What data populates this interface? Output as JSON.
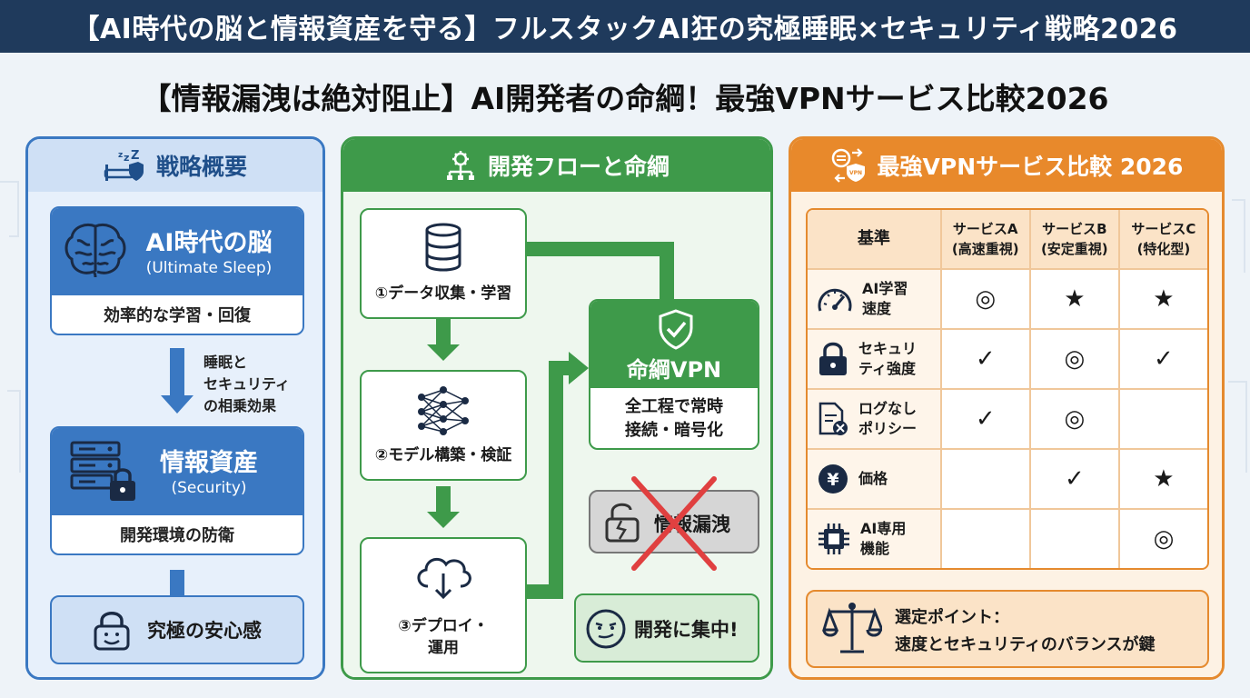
{
  "banner": "【AI時代の脳と情報資産を守る】フルスタックAI狂の究極睡眠×セキュリティ戦略2026",
  "subtitle": "【情報漏洩は絶対阻止】AI開発者の命綱！最強VPNサービス比較2026",
  "colors": {
    "blue": "#3a78c2",
    "green": "#3e9a4a",
    "orange": "#e8892b",
    "banner": "#1f3a5c"
  },
  "strategy": {
    "title": "戦略概要",
    "brain_card": {
      "title": "AI時代の脳",
      "sub": "(Ultimate Sleep)",
      "caption": "効率的な学習・回復"
    },
    "relation": [
      "睡眠と",
      "セキュリティ",
      "の相乗効果"
    ],
    "asset_card": {
      "title": "情報資産",
      "sub": "(Security)",
      "caption": "開発環境の防衛"
    },
    "final": "究極の安心感"
  },
  "flow": {
    "title": "開発フローと命綱",
    "step1": "①データ収集・学習",
    "step2": "②モデル構築・検証",
    "step3_line1": "③デプロイ・",
    "step3_line2": "運用",
    "vpn_title": "命綱VPN",
    "vpn_desc_1": "全工程で常時",
    "vpn_desc_2": "接続・暗号化",
    "leak": "情報漏洩",
    "focus": "開発に集中!"
  },
  "compare": {
    "title": "最強VPNサービス比較 2026",
    "header": {
      "criteria": "基準",
      "a_name": "サービスA",
      "a_sub": "(高速重視)",
      "b_name": "サービスB",
      "b_sub": "(安定重視)",
      "c_name": "サービスC",
      "c_sub": "(特化型)"
    },
    "rows": [
      {
        "icon": "speedometer-icon",
        "l1": "AI学習",
        "l2": "速度",
        "a": "◎",
        "b": "★",
        "c": "★"
      },
      {
        "icon": "lock-icon",
        "l1": "セキュリ",
        "l2": "ティ強度",
        "a": "✓",
        "b": "◎",
        "c": "✓"
      },
      {
        "icon": "no-log-icon",
        "l1": "ログなし",
        "l2": "ポリシー",
        "a": "✓",
        "b": "◎",
        "c": ""
      },
      {
        "icon": "yen-icon",
        "l1": "価格",
        "l2": "",
        "a": "",
        "b": "✓",
        "c": "★"
      },
      {
        "icon": "chip-icon",
        "l1": "AI専用",
        "l2": "機能",
        "a": "",
        "b": "",
        "c": "◎"
      }
    ],
    "point_1": "選定ポイント：",
    "point_2": "速度とセキュリティのバランスが鍵"
  }
}
